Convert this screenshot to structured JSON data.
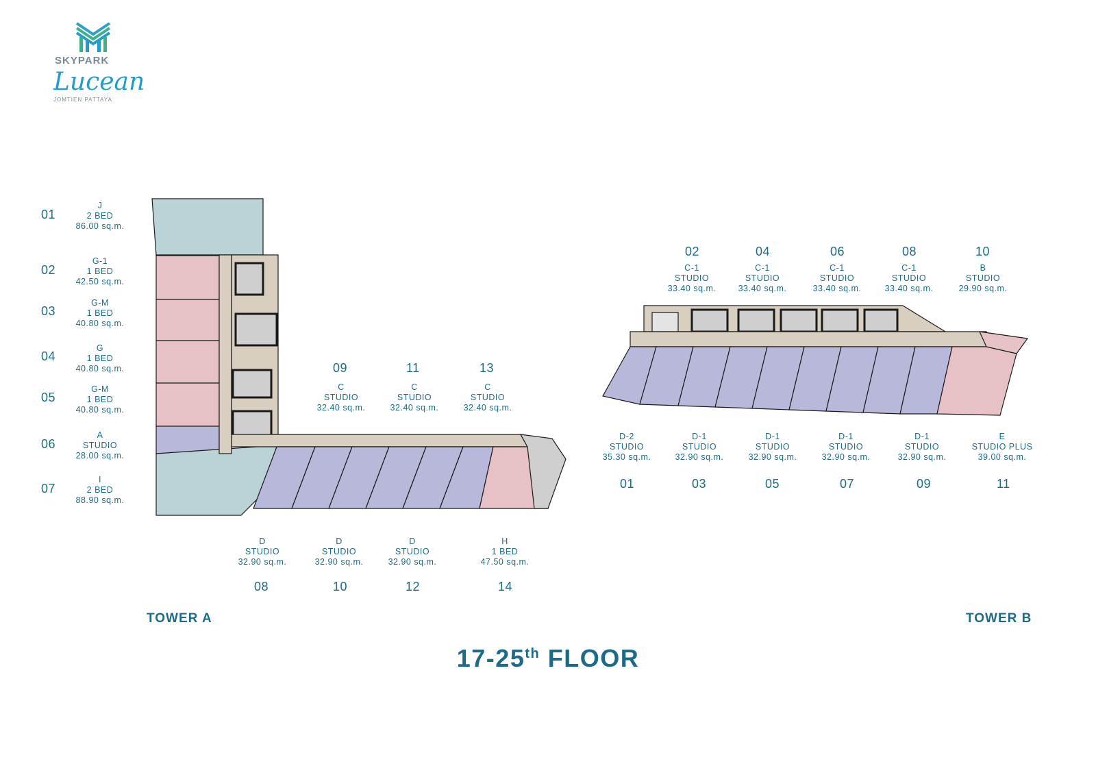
{
  "logo": {
    "brand": "SKYPARK",
    "script": "Lucean",
    "location": "JOMTIEN PATTAYA"
  },
  "title": {
    "main": "17-25",
    "sup": "th",
    "suffix": " FLOOR"
  },
  "tower_a": {
    "name": "TOWER A",
    "left_units": [
      {
        "no": "01",
        "type": "J",
        "size": "2 BED",
        "area": "86.00 sq.m."
      },
      {
        "no": "02",
        "type": "G-1",
        "size": "1 BED",
        "area": "42.50 sq.m."
      },
      {
        "no": "03",
        "type": "G-M",
        "size": "1 BED",
        "area": "40.80 sq.m."
      },
      {
        "no": "04",
        "type": "G",
        "size": "1 BED",
        "area": "40.80 sq.m."
      },
      {
        "no": "05",
        "type": "G-M",
        "size": "1 BED",
        "area": "40.80 sq.m."
      },
      {
        "no": "06",
        "type": "A",
        "size": "STUDIO",
        "area": "28.00 sq.m."
      },
      {
        "no": "07",
        "type": "I",
        "size": "2 BED",
        "area": "88.90 sq.m."
      }
    ],
    "top_units": [
      {
        "no": "09",
        "type": "C",
        "size": "STUDIO",
        "area": "32.40 sq.m."
      },
      {
        "no": "11",
        "type": "C",
        "size": "STUDIO",
        "area": "32.40 sq.m."
      },
      {
        "no": "13",
        "type": "C",
        "size": "STUDIO",
        "area": "32.40 sq.m."
      }
    ],
    "bottom_units": [
      {
        "no": "08",
        "type": "D",
        "size": "STUDIO",
        "area": "32.90 sq.m."
      },
      {
        "no": "10",
        "type": "D",
        "size": "STUDIO",
        "area": "32.90 sq.m."
      },
      {
        "no": "12",
        "type": "D",
        "size": "STUDIO",
        "area": "32.90 sq.m."
      },
      {
        "no": "14",
        "type": "H",
        "size": "1 BED",
        "area": "47.50 sq.m."
      }
    ]
  },
  "tower_b": {
    "name": "TOWER B",
    "top_units": [
      {
        "no": "02",
        "type": "C-1",
        "size": "STUDIO",
        "area": "33.40 sq.m."
      },
      {
        "no": "04",
        "type": "C-1",
        "size": "STUDIO",
        "area": "33.40 sq.m."
      },
      {
        "no": "06",
        "type": "C-1",
        "size": "STUDIO",
        "area": "33.40 sq.m."
      },
      {
        "no": "08",
        "type": "C-1",
        "size": "STUDIO",
        "area": "33.40 sq.m."
      },
      {
        "no": "10",
        "type": "B",
        "size": "STUDIO",
        "area": "29.90 sq.m."
      }
    ],
    "bottom_units": [
      {
        "no": "01",
        "type": "D-2",
        "size": "STUDIO",
        "area": "35.30 sq.m."
      },
      {
        "no": "03",
        "type": "D-1",
        "size": "STUDIO",
        "area": "32.90 sq.m."
      },
      {
        "no": "05",
        "type": "D-1",
        "size": "STUDIO",
        "area": "32.90 sq.m."
      },
      {
        "no": "07",
        "type": "D-1",
        "size": "STUDIO",
        "area": "32.90 sq.m."
      },
      {
        "no": "09",
        "type": "D-1",
        "size": "STUDIO",
        "area": "32.90 sq.m."
      },
      {
        "no": "11",
        "type": "E",
        "size": "STUDIO PLUS",
        "area": "39.00 sq.m."
      }
    ]
  },
  "colors": {
    "text": "#1d6b86",
    "unit_2bed": "#b9d3d6",
    "unit_1bed": "#e6c2c6",
    "unit_studio": "#b8b8da",
    "corridor": "#d9cfc0",
    "core": "#cfcfcf",
    "wall": "#1a1a1a"
  }
}
